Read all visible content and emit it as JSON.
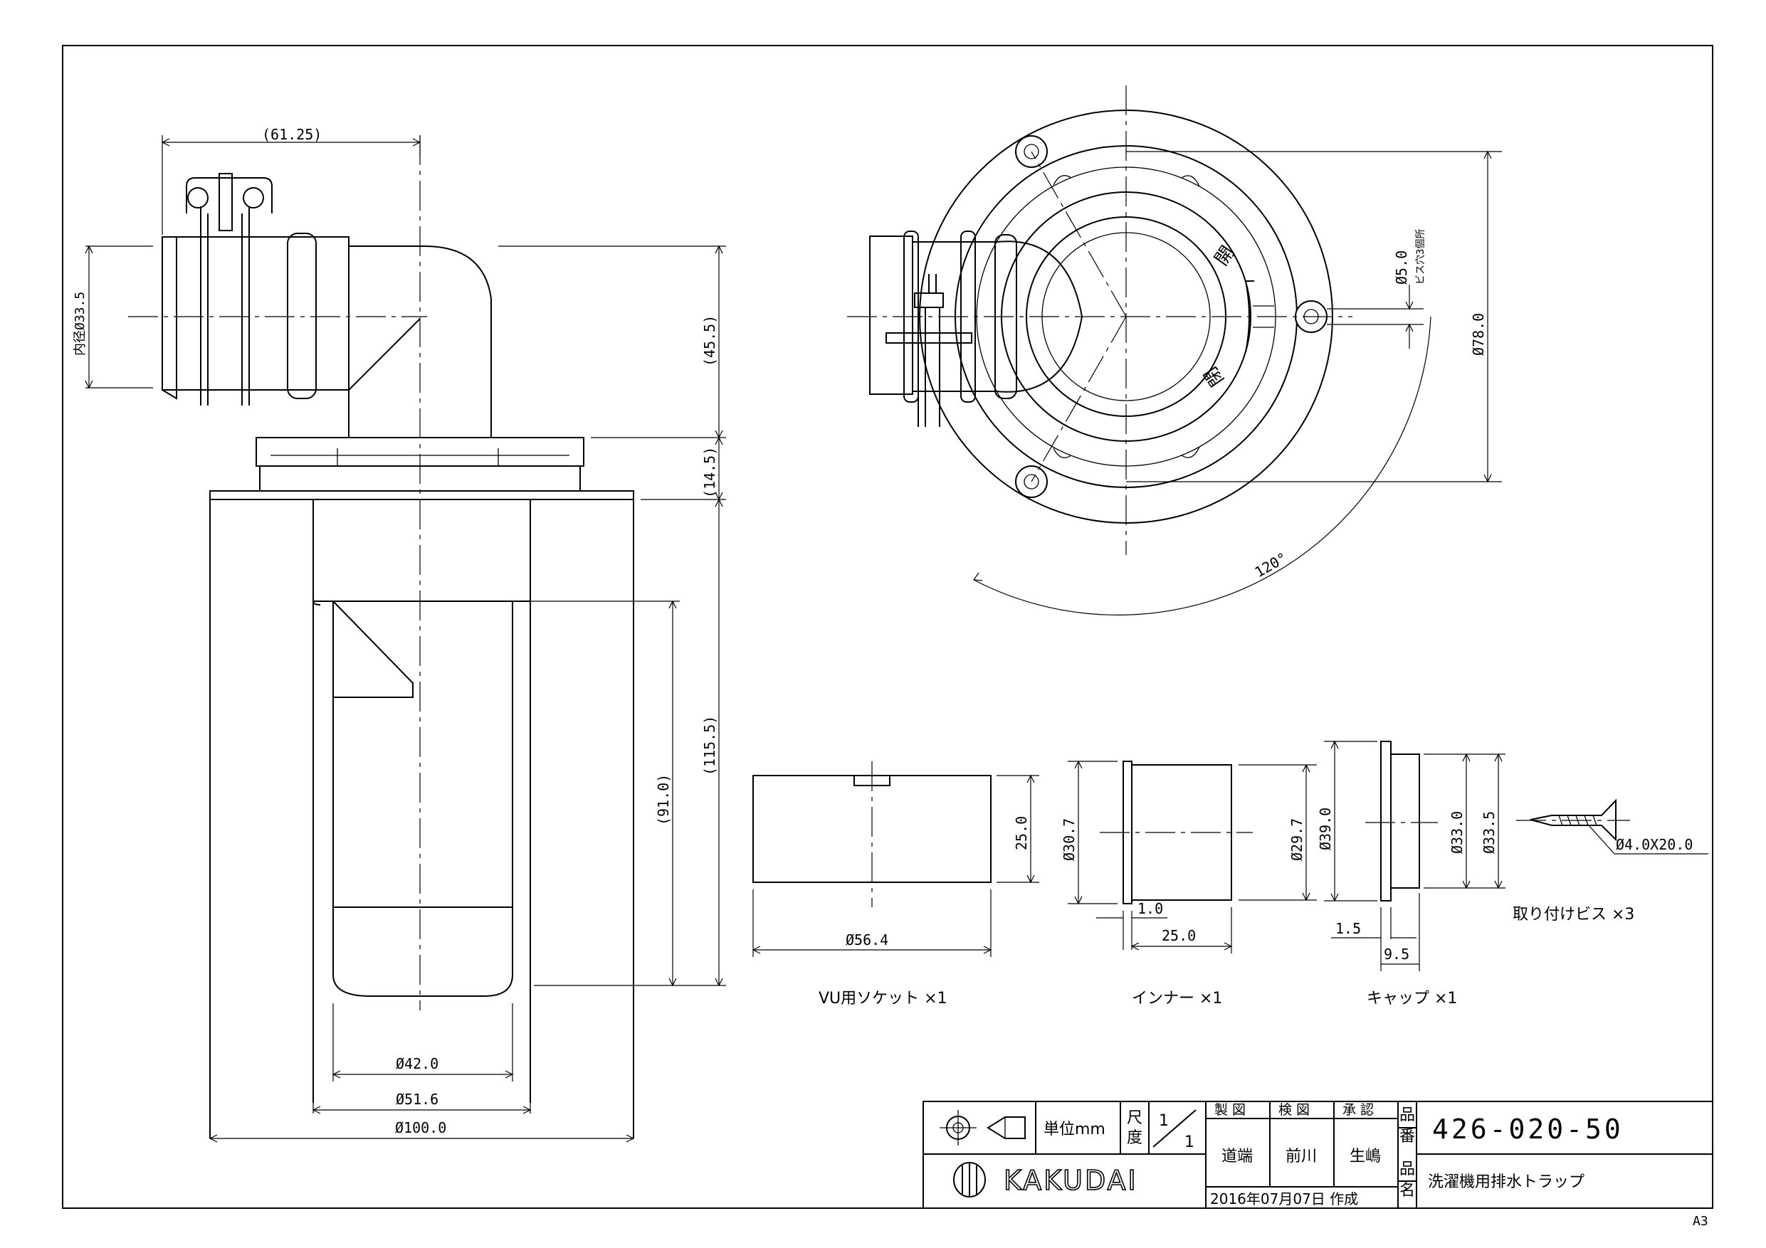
{
  "dims": {
    "side": {
      "width": "(61.25)",
      "inner": "内径Ø33.5",
      "h1": "(45.5)",
      "h2": "(14.5)",
      "h3": "(115.5)",
      "h4": "(91.0)",
      "d1": "Ø42.0",
      "d2": "Ø51.6",
      "d3": "Ø100.0"
    },
    "top": {
      "hole": "Ø5.0",
      "hole_note": "ビス穴3個所",
      "dia": "Ø78.0",
      "angle": "120°",
      "open": "開",
      "close": "閉"
    },
    "socket": {
      "h": "25.0",
      "d": "Ø56.4"
    },
    "inner": {
      "d1": "Ø30.7",
      "d2": "Ø29.7",
      "t": "1.0",
      "l": "25.0"
    },
    "cap": {
      "d1": "Ø39.0",
      "d2": "Ø33.0",
      "d3": "Ø33.5",
      "t": "1.5",
      "l": "9.5"
    },
    "screw": {
      "size": "Ø4.0X20.0"
    }
  },
  "parts": {
    "socket": "VU用ソケット ×1",
    "inner": "インナー ×1",
    "cap": "キャップ ×1",
    "screw": "取り付けビス ×3"
  },
  "title_block": {
    "unit_label": "単位mm",
    "scale_label_1": "尺",
    "scale_label_2": "度",
    "scale_num": "1",
    "scale_den": "1",
    "drawn_hdr": "製 図",
    "checked_hdr": "検 図",
    "approved_hdr": "承 認",
    "drawn": "道端",
    "checked": "前川",
    "approved": "生嶋",
    "number_label_1": "品",
    "number_label_2": "番",
    "name_label_1": "品",
    "name_label_2": "名",
    "number": "426-020-50",
    "name": "洗濯機用排水トラップ",
    "brand": "KAKUDAI",
    "date": "2016年07月07日 作成"
  },
  "sheet_size": "A3"
}
